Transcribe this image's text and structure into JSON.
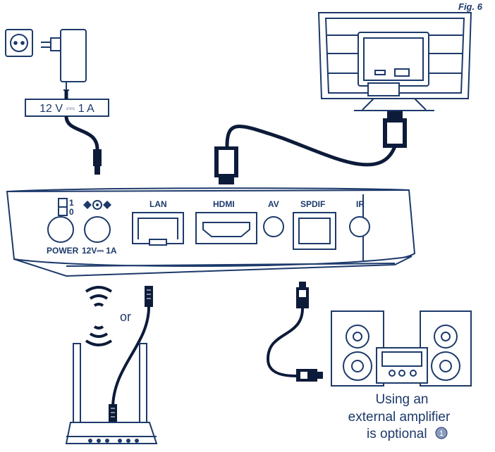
{
  "figure_label": "Fig. 6",
  "adapter_rating": "12 V ⎓ 1 A",
  "ports": {
    "switch_on": "1",
    "switch_off": "0",
    "power": "POWER",
    "dc_in": "12V⎓ 1A",
    "lan": "LAN",
    "hdmi": "HDMI",
    "av": "AV",
    "spdif": "SPDIF",
    "ir": "IR"
  },
  "or_text": "or",
  "amplifier_note": {
    "line1": "Using an",
    "line2": "external amplifier",
    "line3": "is optional",
    "footnote": "1"
  },
  "colors": {
    "line": "#1d3a6b",
    "cable": "#0d1b3a"
  },
  "icons": {
    "wall_outlet": "wall-outlet-icon",
    "power_adapter": "power-adapter-icon",
    "tv": "tv-back-icon",
    "router": "wifi-router-icon",
    "wireless": "wireless-signal-icon",
    "speakers": "hifi-speakers-icon"
  }
}
